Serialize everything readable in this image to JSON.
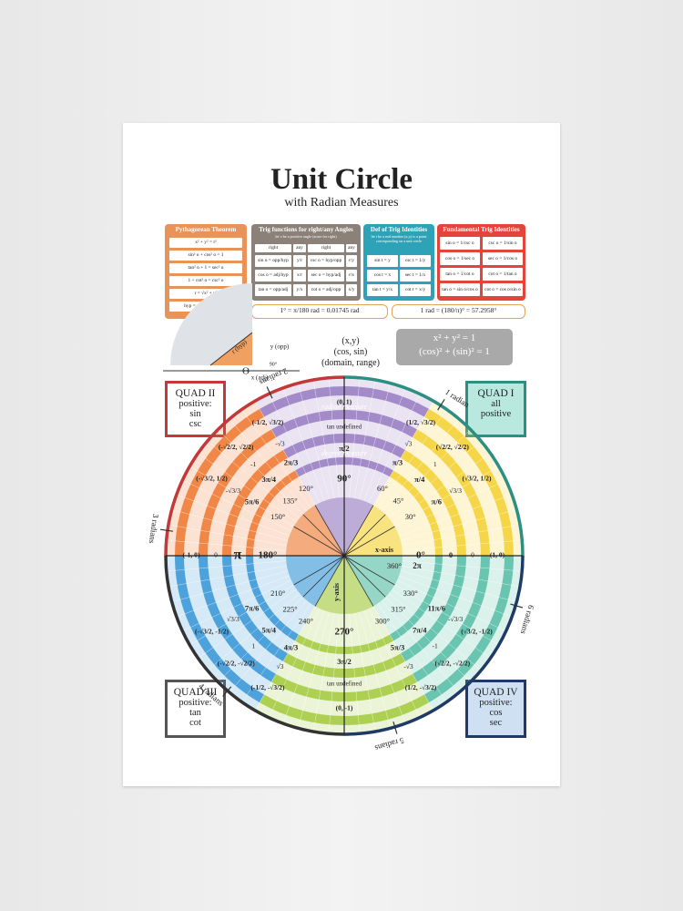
{
  "title": "Unit Circle",
  "subtitle": "with Radian Measures",
  "panels": {
    "pythagorean": {
      "title": "Pythagorean Theorem",
      "color": "#e8935a",
      "rows": [
        "x² + y² = r²",
        "sin² o + cos² o = 1",
        "tan² o + 1 = sec² o",
        "1 + cot² o = csc² o",
        "r = √x² + y²",
        "hyp = √(opp)² + (adj)²"
      ]
    },
    "trig_functions": {
      "title": "Trig functions for right/any Angles",
      "subtitle": "let o be a positive angle (acute for right)",
      "color": "#8b8178",
      "headers": [
        "right",
        "any",
        "right",
        "any"
      ],
      "rows": [
        [
          "sin o = opp/hyp",
          "y/r",
          "csc o = hyp/opp",
          "r/y"
        ],
        [
          "cos o = adj/hyp",
          "x/r",
          "sec o = hyp/adj",
          "r/x"
        ],
        [
          "tan o = opp/adj",
          "y/x",
          "cot o = adj/opp",
          "x/y"
        ]
      ]
    },
    "def_identities": {
      "title": "Def of Trig Identities",
      "subtitle": "let t be a real number (x,y) is a point corresponding on a unit circle",
      "color": "#2ea3b8",
      "rows": [
        [
          "sin t = y",
          "csc t = 1/y"
        ],
        [
          "cos t = x",
          "sec t = 1/x"
        ],
        [
          "tan t = y/x",
          "cot t = x/y"
        ]
      ]
    },
    "fundamental": {
      "title": "Fundamental Trig Identities",
      "color": "#e2453c",
      "rows": [
        [
          "sin o = 1/csc o",
          "csc o = 1/sin o"
        ],
        [
          "cos o = 1/sec o",
          "sec o = 1/cos o"
        ],
        [
          "tan o = 1/cot o",
          "cot o = 1/tan o"
        ],
        [
          "tan o = sin o/cos o",
          "cot o = cos o/sin o"
        ]
      ]
    }
  },
  "conversions": {
    "deg_to_rad": "1° = π/180 rad = 0.01745 rad",
    "rad_to_deg": "1 rad = (180/π)° = 57.2958°"
  },
  "triangle": {
    "r": "r (hyp)",
    "y": "y (opp)",
    "x": "x (adj)",
    "theta": "Θ",
    "right": "90°"
  },
  "point_legend": [
    "(x,y)",
    "(cos, sin)",
    "(domain, range)"
  ],
  "identity": [
    "x² + y² = 1",
    "(cos)² + (sin)² = 1"
  ],
  "quads": {
    "q1": {
      "label": "QUAD I",
      "lines": [
        "all",
        "positive"
      ],
      "color": "#2d8f84",
      "fill": "#b8e8de"
    },
    "q2": {
      "label": "QUAD II",
      "lines": [
        "positive:",
        "sin",
        "csc"
      ],
      "color": "#c4383a",
      "fill": "#ffffff"
    },
    "q3": {
      "label": "QUAD III",
      "lines": [
        "positive:",
        "tan",
        "cot"
      ],
      "color": "#555555",
      "fill": "#ffffff"
    },
    "q4": {
      "label": "QUAD IV",
      "lines": [
        "positive:",
        "cos",
        "sec"
      ],
      "color": "#1f3a66",
      "fill": "#cfe0f3"
    }
  },
  "radian_markers": [
    "1 radian",
    "2 radians",
    "3 radians",
    "4 radians",
    "5 radians",
    "6 radians"
  ],
  "ring_labels": {
    "radian": "radian measure",
    "degree": "degree measure"
  },
  "axes": {
    "x": "x-axis",
    "y": "y-axis"
  },
  "tan_undefined": "tan undefined",
  "angles": [
    {
      "deg": "0°",
      "rad": "0",
      "tan": "0",
      "point": "(1, 0)"
    },
    {
      "deg": "30°",
      "rad": "π/6",
      "tan": "√3/3",
      "point": "(√3/2, 1/2)"
    },
    {
      "deg": "45°",
      "rad": "π/4",
      "tan": "1",
      "point": "(√2/2, √2/2)"
    },
    {
      "deg": "60°",
      "rad": "π/3",
      "tan": "√3",
      "point": "(1/2, √3/2)"
    },
    {
      "deg": "90°",
      "rad": "π/2",
      "tan": "undefined",
      "point": "(0, 1)"
    },
    {
      "deg": "120°",
      "rad": "2π/3",
      "tan": "-√3",
      "point": "(-1/2, √3/2)"
    },
    {
      "deg": "135°",
      "rad": "3π/4",
      "tan": "-1",
      "point": "(-√2/2, √2/2)"
    },
    {
      "deg": "150°",
      "rad": "5π/6",
      "tan": "-√3/3",
      "point": "(-√3/2, 1/2)"
    },
    {
      "deg": "180°",
      "rad": "π",
      "tan": "0",
      "point": "(-1, 0)"
    },
    {
      "deg": "210°",
      "rad": "7π/6",
      "tan": "√3/3",
      "point": "(-√3/2, -1/2)"
    },
    {
      "deg": "225°",
      "rad": "5π/4",
      "tan": "1",
      "point": "(-√2/2, -√2/2)"
    },
    {
      "deg": "240°",
      "rad": "4π/3",
      "tan": "√3",
      "point": "(-1/2, -√3/2)"
    },
    {
      "deg": "270°",
      "rad": "3π/2",
      "tan": "undefined",
      "point": "(0, -1)"
    },
    {
      "deg": "300°",
      "rad": "5π/3",
      "tan": "-√3",
      "point": "(1/2, -√3/2)"
    },
    {
      "deg": "315°",
      "rad": "7π/4",
      "tan": "-1",
      "point": "(√2/2, -√2/2)"
    },
    {
      "deg": "330°",
      "rad": "11π/6",
      "tan": "-√3/3",
      "point": "(√3/2, -1/2)"
    }
  ],
  "extra_labels": {
    "deg360": "360°",
    "rad2pi": "2π"
  },
  "colors": {
    "q1": "#f5d33a",
    "q2": "#ef7d36",
    "q3": "#3e9ad8",
    "q4": "#5cc0a8",
    "top": "#9b7fc3",
    "bottom": "#a6cc45"
  }
}
